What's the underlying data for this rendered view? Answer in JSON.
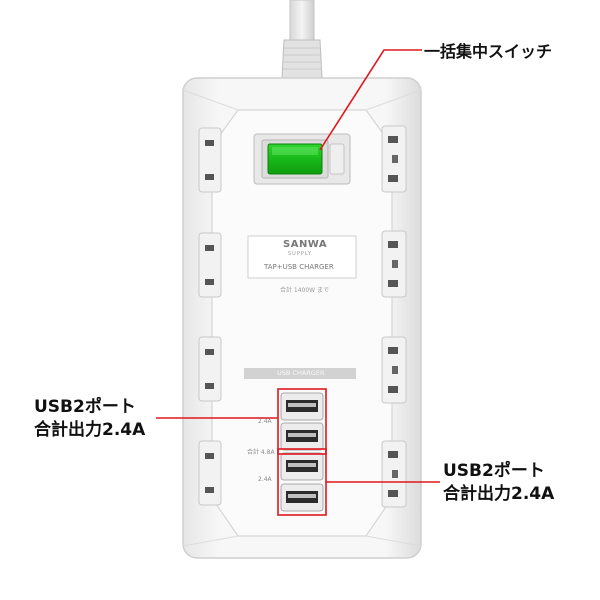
{
  "callouts": {
    "switch": "一括集中スイッチ",
    "usb_left": {
      "line1": "USB2ポート",
      "line2": "合計出力2.4A"
    },
    "usb_right": {
      "line1": "USB2ポート",
      "line2": "合計出力2.4A"
    }
  },
  "product_label": {
    "brand": "SANWA",
    "brand_sub": "SUPPLY",
    "model": "TAP+USB CHARGER",
    "rating": "合計 1400W まで"
  },
  "usb_section": {
    "header": "USB CHARGER",
    "output_top": "2.4A",
    "output_total": "合計 4.8A",
    "output_bottom": "2.4A"
  },
  "colors": {
    "callout_line": "#e0181e",
    "switch_green": "#1ec21e",
    "body_white": "#f3f3f3"
  }
}
